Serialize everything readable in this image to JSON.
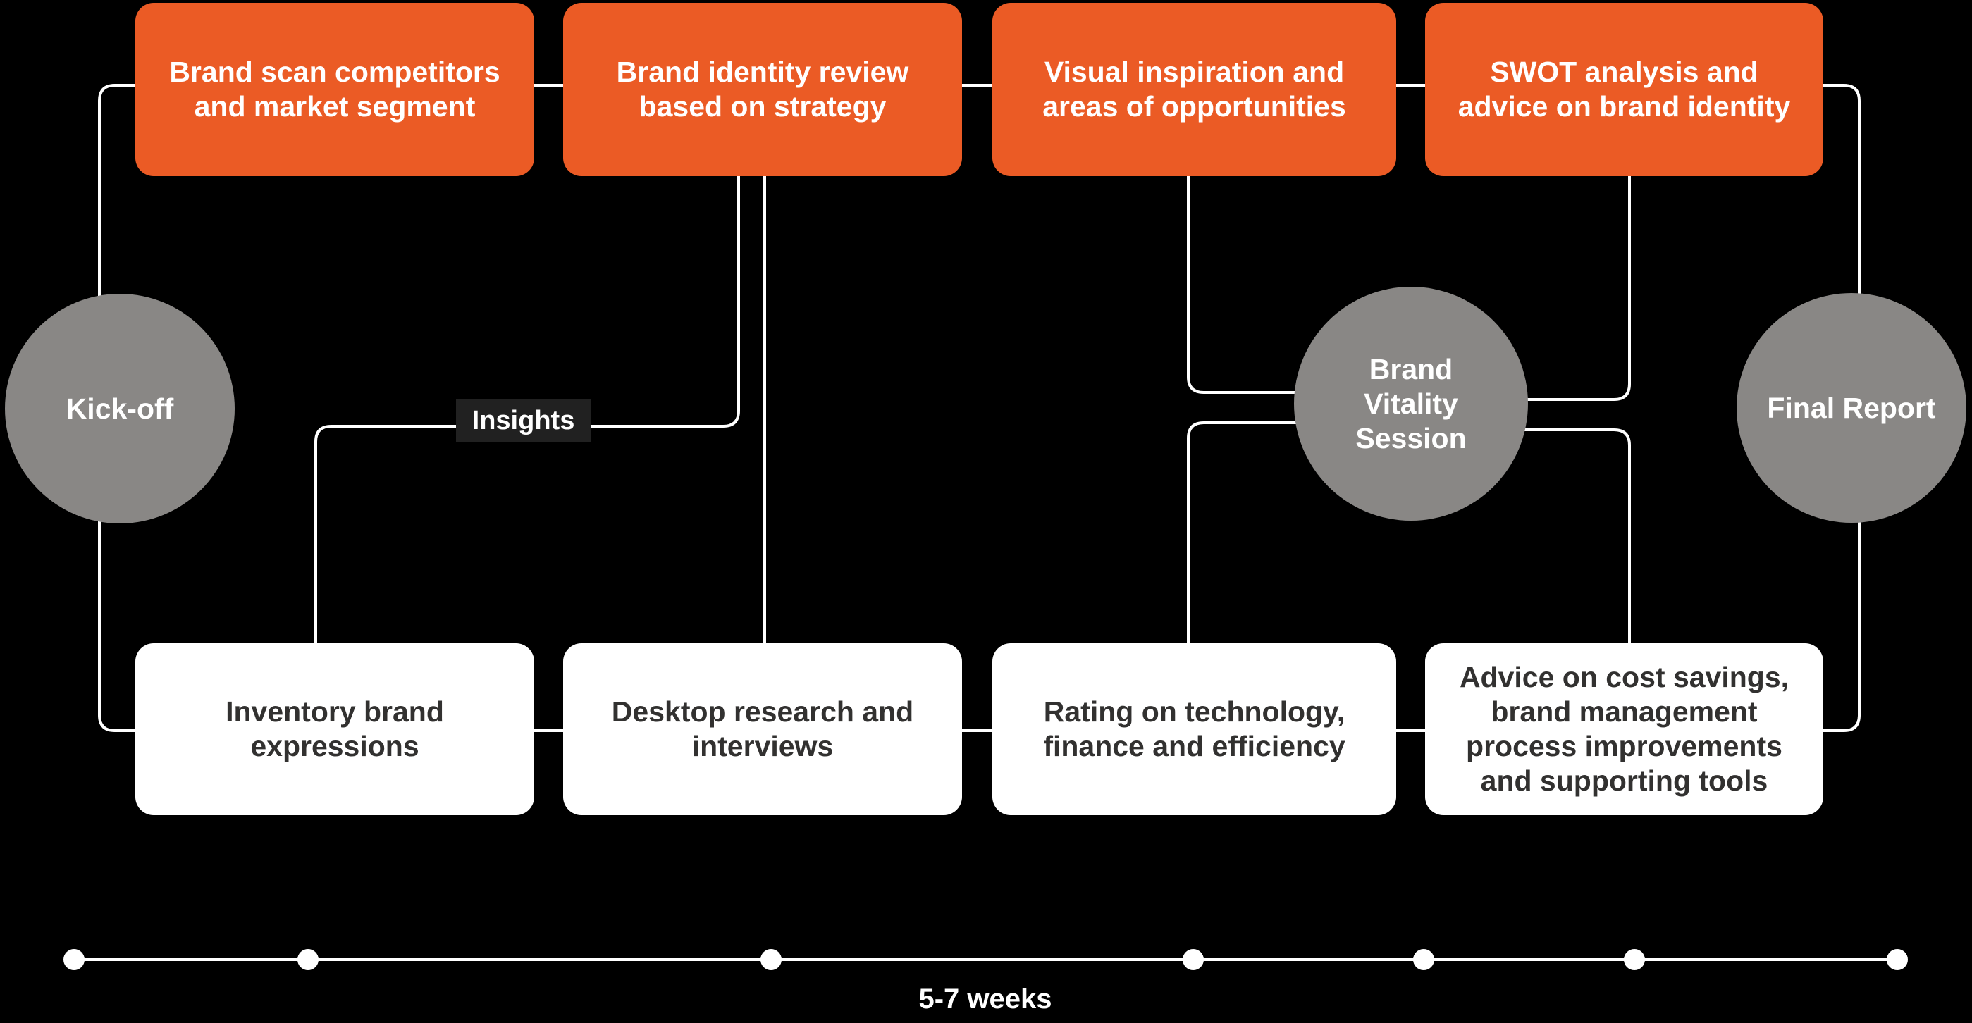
{
  "palette": {
    "background": "#000000",
    "orange": "#EB5B25",
    "gray": "#898785",
    "white": "#FFFFFF",
    "line": "#FFFFFF",
    "dark_label_bg": "#212121",
    "box_text": "#323130"
  },
  "process": {
    "top_row": [
      "Brand scan competitors\nand market segment",
      "Brand identity review\nbased on strategy",
      "Visual inspiration and\nareas of opportunities",
      "SWOT analysis and\nadvice on brand identity"
    ],
    "bottom_row": [
      "Inventory brand\nexpressions",
      "Desktop research and\ninterviews",
      "Rating on technology,\nfinance and efficiency",
      "Advice on cost savings,\nbrand management\nprocess improvements\nand supporting tools"
    ],
    "milestones": {
      "start": "Kick-off",
      "mid": "Brand\nVitality\nSession",
      "end": "Final Report"
    },
    "insights_label": "Insights"
  },
  "timeline": {
    "duration_label": "5-7 weeks",
    "dot_count": 7
  }
}
